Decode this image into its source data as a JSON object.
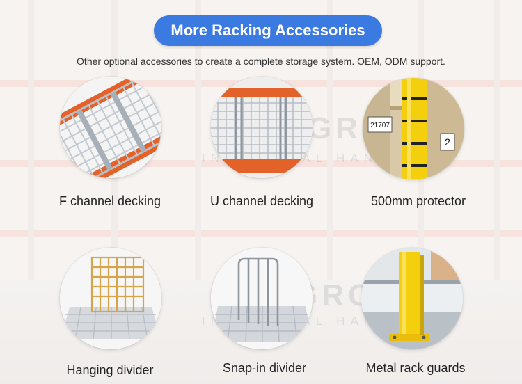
{
  "header": {
    "title": "More Racking Accessories",
    "subtitle": "Other optional accessories to create a complete storage system. OEM, ODM support."
  },
  "accessories": [
    {
      "label": "F channel decking",
      "icon": "wire-deck-f-channel"
    },
    {
      "label": "U channel decking",
      "icon": "wire-deck-u-channel"
    },
    {
      "label": "500mm protector",
      "icon": "upright-protector"
    },
    {
      "label": "Hanging divider",
      "icon": "hanging-divider"
    },
    {
      "label": "Snap-in divider",
      "icon": "snap-in-divider"
    },
    {
      "label": "Metal rack guards",
      "icon": "rack-guard"
    }
  ],
  "photo_labels": {
    "pallet_number": "21707",
    "small_label": "2"
  },
  "colors": {
    "accent": "#3b7ae0",
    "beam_orange": "#e2622a",
    "protector_yellow": "#f4cf0e"
  }
}
